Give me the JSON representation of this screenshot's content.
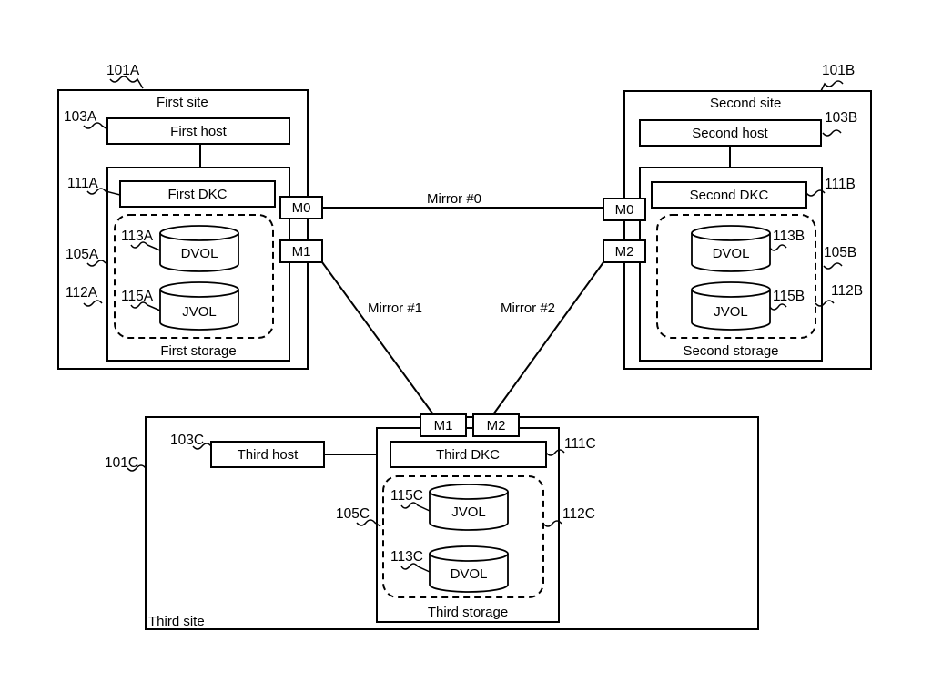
{
  "sites": {
    "first": {
      "ref": "101A",
      "label": "First site"
    },
    "second": {
      "ref": "101B",
      "label": "Second site"
    },
    "third": {
      "ref": "101C",
      "label": "Third site"
    }
  },
  "hosts": {
    "first": {
      "ref": "103A",
      "label": "First host"
    },
    "second": {
      "ref": "103B",
      "label": "Second host"
    },
    "third": {
      "ref": "103C",
      "label": "Third host"
    }
  },
  "storages": {
    "first": {
      "ref": "105A",
      "label": "First storage"
    },
    "second": {
      "ref": "105B",
      "label": "Second storage"
    },
    "third": {
      "ref": "105C",
      "label": "Third storage"
    }
  },
  "dkcs": {
    "first": {
      "ref": "111A",
      "label": "First DKC"
    },
    "second": {
      "ref": "111B",
      "label": "Second DKC"
    },
    "third": {
      "ref": "111C",
      "label": "Third DKC"
    }
  },
  "groups": {
    "first": {
      "ref": "112A"
    },
    "second": {
      "ref": "112B"
    },
    "third": {
      "ref": "112C"
    }
  },
  "volumes": {
    "first_dvol": {
      "ref": "113A",
      "label": "DVOL"
    },
    "first_jvol": {
      "ref": "115A",
      "label": "JVOL"
    },
    "second_dvol": {
      "ref": "113B",
      "label": "DVOL"
    },
    "second_jvol": {
      "ref": "115B",
      "label": "JVOL"
    },
    "third_jvol": {
      "ref": "115C",
      "label": "JVOL"
    },
    "third_dvol": {
      "ref": "113C",
      "label": "DVOL"
    }
  },
  "ports": {
    "first_m0": "M0",
    "first_m1": "M1",
    "second_m0": "M0",
    "second_m2": "M2",
    "third_m1": "M1",
    "third_m2": "M2"
  },
  "mirrors": {
    "m0": "Mirror #0",
    "m1": "Mirror #1",
    "m2": "Mirror #2"
  }
}
